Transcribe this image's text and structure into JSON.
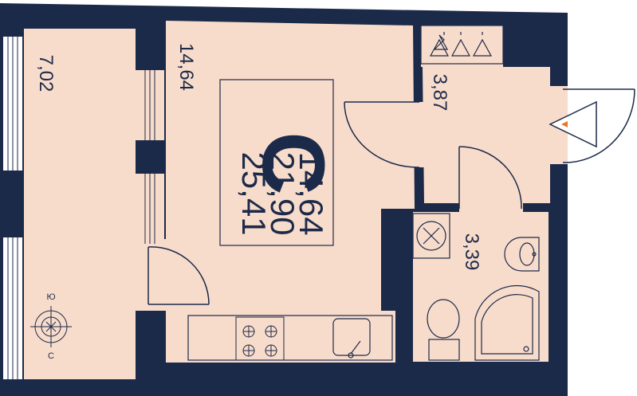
{
  "colors": {
    "wall": "#1c2a4a",
    "floor": "#f8dccb",
    "line": "#1c2a4a",
    "accent": "#e8772e"
  },
  "rooms": {
    "balcony": {
      "area": "7,02"
    },
    "main": {
      "area": "14,64"
    },
    "hall": {
      "area": "3,87"
    },
    "bath": {
      "area": "3,39"
    }
  },
  "unit": {
    "type_letter": "С",
    "area_living": "14,64",
    "area_total": "21,90",
    "area_with_balcony": "25,41"
  },
  "compass": {
    "letter_top": "Ю",
    "letter_bottom": "С"
  },
  "icons": [
    "hanger-icon",
    "hanger-icon",
    "hanger-icon",
    "stove-icon",
    "sink-icon",
    "toilet-icon",
    "shower-icon",
    "washer-icon",
    "compass-icon",
    "entrance-arrow-icon"
  ]
}
